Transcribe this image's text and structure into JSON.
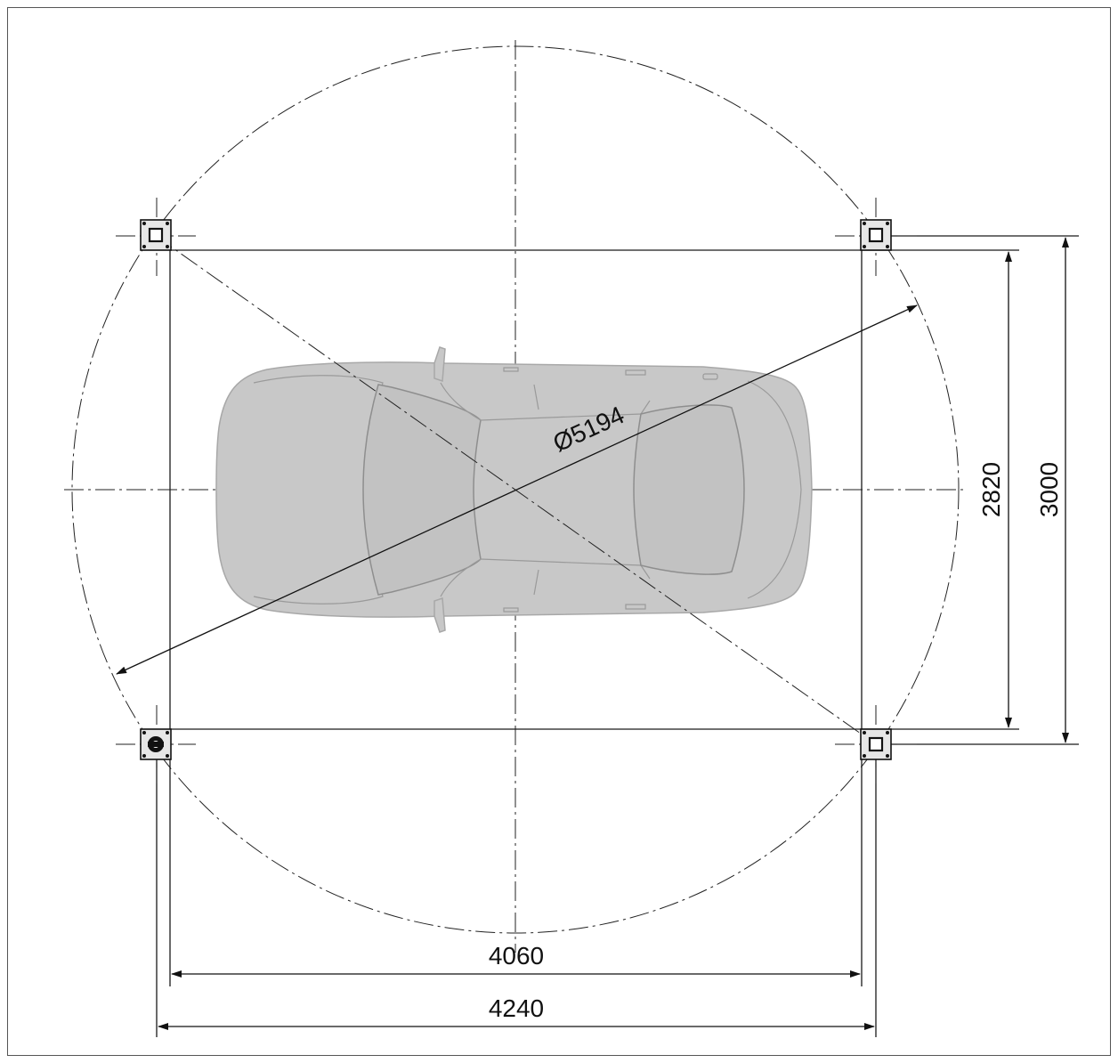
{
  "dimensions": {
    "circle_diameter": "Ø5194",
    "inner_height": "2820",
    "outer_height": "3000",
    "inner_width": "4060",
    "outer_width": "4240"
  },
  "icons": {
    "car": "car-top-view-icon",
    "post": "lift-post-icon",
    "drive_post": "lift-drive-post-icon"
  },
  "colors": {
    "car_fill": "#c8c8c8",
    "line": "#1a1a1a"
  }
}
